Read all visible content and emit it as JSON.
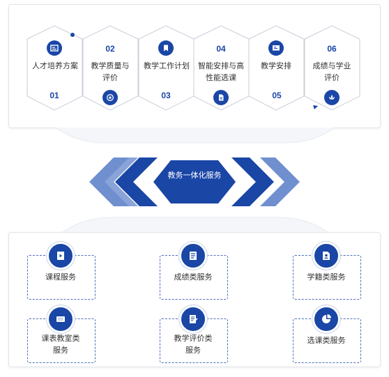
{
  "colors": {
    "primary": "#1a46a6",
    "light": "#6f8fcf",
    "border": "#dfe3ea"
  },
  "steps": [
    {
      "label": "人才培养方案",
      "number": "01",
      "icon": "id-card-icon"
    },
    {
      "label": "教学质量与评价",
      "number": "02",
      "icon": "badge-icon"
    },
    {
      "label": "教学工作计划",
      "number": "03",
      "icon": "bookmark-icon"
    },
    {
      "label": "智能安排与高性能选课",
      "number": "04",
      "icon": "document-icon"
    },
    {
      "label": "教学安排",
      "number": "05",
      "icon": "screen-icon"
    },
    {
      "label": "成绩与学业评价",
      "number": "06",
      "icon": "lotus-icon"
    }
  ],
  "center": {
    "label": "教务一体化服务"
  },
  "services": [
    {
      "label": "课程服务",
      "icon": "play-book-icon"
    },
    {
      "label": "成绩类服务",
      "icon": "score-sheet-icon"
    },
    {
      "label": "学籍类服务",
      "icon": "student-file-icon"
    },
    {
      "label": "课表教室类服务",
      "icon": "keyboard-icon"
    },
    {
      "label": "教学评价类服务",
      "icon": "evaluation-icon"
    },
    {
      "label": "选课类服务",
      "icon": "pie-icon"
    }
  ]
}
